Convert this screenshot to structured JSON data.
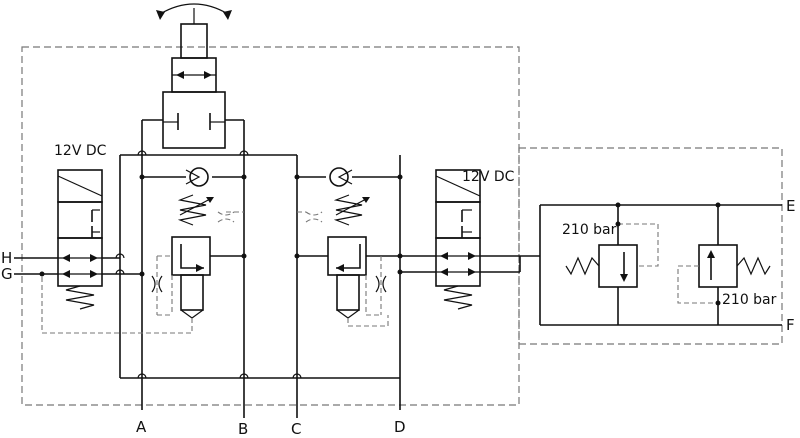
{
  "voltage_labels": {
    "left_solenoid": "12V DC",
    "right_solenoid": "12V DC"
  },
  "pressure_labels": {
    "relief_valve_1": "210 bar",
    "relief_valve_2": "210 bar"
  },
  "ports": {
    "A": "A",
    "B": "B",
    "C": "C",
    "D": "D",
    "E": "E",
    "F": "F",
    "G": "G",
    "H": "H"
  }
}
